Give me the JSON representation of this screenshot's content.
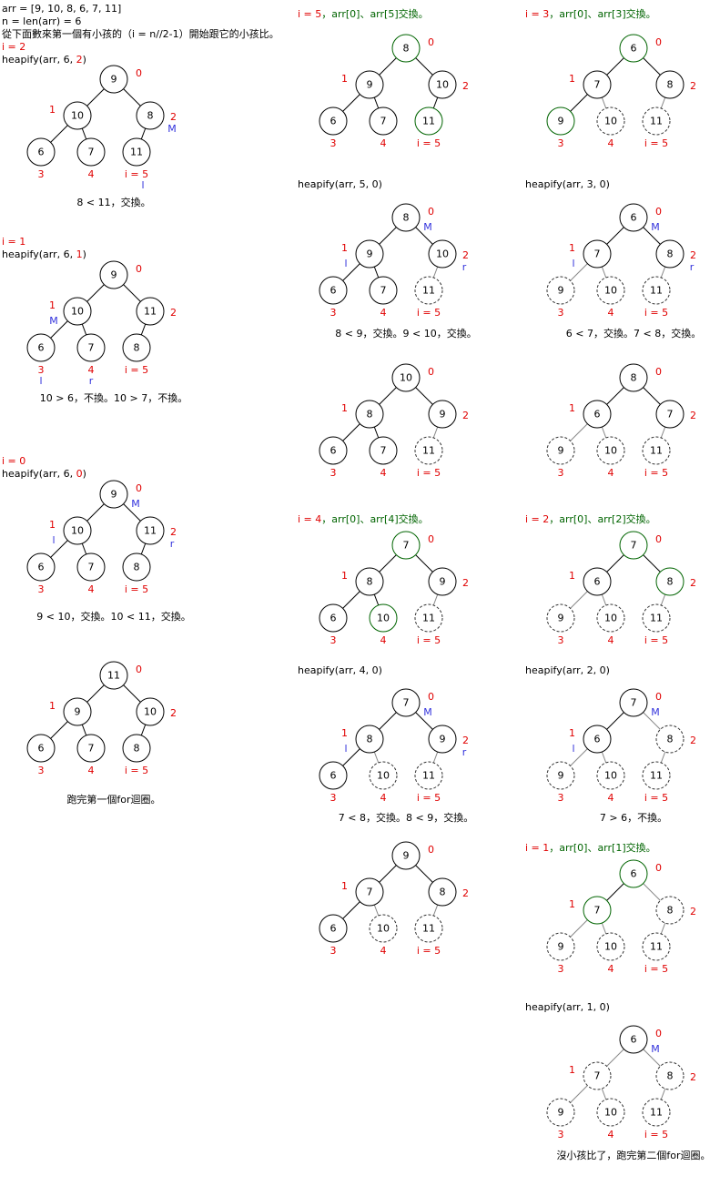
{
  "header": {
    "line1": "arr = [9, 10, 8, 6, 7, 11]",
    "line2": "n = len(arr) = 6",
    "line3": "從下面數來第一個有小孩的（i = n//2-1）開始跟它的小孩比。"
  },
  "colors": {
    "node_stroke": "#000000",
    "green": "#006400",
    "dashed": "#666666",
    "red": "#e00000",
    "blue": "#3232dc"
  },
  "diagrams": [
    {
      "id": "c1d1",
      "title_lines": [
        {
          "spans": [
            {
              "t": "i = 2",
              "c": "red"
            }
          ]
        },
        {
          "spans": [
            {
              "t": "heapify(arr, 6, ",
              "c": "black"
            },
            {
              "t": "2",
              "c": "red"
            },
            {
              "t": ")",
              "c": "black"
            }
          ]
        }
      ],
      "values": [
        "9",
        "10",
        "8",
        "6",
        "7",
        "11"
      ],
      "styles": [
        "n",
        "n",
        "n",
        "n",
        "n",
        "n"
      ],
      "idx_labels": [
        "0",
        "1",
        "2",
        "3",
        "4",
        "i = 5"
      ],
      "markers": [
        {
          "node": 2,
          "t": "M"
        },
        {
          "node": 5,
          "t": "l"
        }
      ],
      "caption": "8 < 11，交換。"
    },
    {
      "id": "c1d2",
      "title_lines": [
        {
          "spans": [
            {
              "t": "i = 1",
              "c": "red"
            }
          ]
        },
        {
          "spans": [
            {
              "t": "heapify(arr, 6, ",
              "c": "black"
            },
            {
              "t": "1",
              "c": "red"
            },
            {
              "t": ")",
              "c": "black"
            }
          ]
        }
      ],
      "values": [
        "9",
        "10",
        "11",
        "6",
        "7",
        "8"
      ],
      "styles": [
        "n",
        "n",
        "n",
        "n",
        "n",
        "n"
      ],
      "idx_labels": [
        "0",
        "1",
        "2",
        "3",
        "4",
        "i = 5"
      ],
      "markers": [
        {
          "node": 1,
          "t": "M"
        },
        {
          "node": 3,
          "t": "l"
        },
        {
          "node": 4,
          "t": "r"
        }
      ],
      "caption": "10 > 6，不換。10 > 7，不換。"
    },
    {
      "id": "c1d3",
      "title_lines": [
        {
          "spans": [
            {
              "t": "i = 0",
              "c": "red"
            }
          ]
        },
        {
          "spans": [
            {
              "t": "heapify(arr, 6, ",
              "c": "black"
            },
            {
              "t": "0",
              "c": "red"
            },
            {
              "t": ")",
              "c": "black"
            }
          ]
        }
      ],
      "values": [
        "9",
        "10",
        "11",
        "6",
        "7",
        "8"
      ],
      "styles": [
        "n",
        "n",
        "n",
        "n",
        "n",
        "n"
      ],
      "idx_labels": [
        "0",
        "1",
        "2",
        "3",
        "4",
        "i = 5"
      ],
      "markers": [
        {
          "node": 0,
          "t": "M"
        },
        {
          "node": 1,
          "t": "l"
        },
        {
          "node": 2,
          "t": "r"
        }
      ],
      "caption": "9 < 10，交換。10 < 11，交換。"
    },
    {
      "id": "c1d4",
      "title_lines": [],
      "values": [
        "11",
        "9",
        "10",
        "6",
        "7",
        "8"
      ],
      "styles": [
        "n",
        "n",
        "n",
        "n",
        "n",
        "n"
      ],
      "idx_labels": [
        "0",
        "1",
        "2",
        "3",
        "4",
        "i = 5"
      ],
      "markers": [],
      "caption": "跑完第一個for迴圈。"
    },
    {
      "id": "c2d1",
      "title_lines": [
        {
          "spans": [
            {
              "t": "i = 5",
              "c": "red"
            },
            {
              "t": "，arr[0]、arr[5]交換。",
              "c": "green"
            }
          ]
        }
      ],
      "values": [
        "8",
        "9",
        "10",
        "6",
        "7",
        "11"
      ],
      "styles": [
        "g",
        "n",
        "n",
        "n",
        "n",
        "g"
      ],
      "idx_labels": [
        "0",
        "1",
        "2",
        "3",
        "4",
        "i = 5"
      ],
      "markers": [],
      "caption": ""
    },
    {
      "id": "c2d2",
      "title_lines": [
        {
          "spans": [
            {
              "t": "heapify(arr, 5, 0)",
              "c": "black"
            }
          ]
        }
      ],
      "values": [
        "8",
        "9",
        "10",
        "6",
        "7",
        "11"
      ],
      "styles": [
        "n",
        "n",
        "n",
        "n",
        "n",
        "d"
      ],
      "idx_labels": [
        "0",
        "1",
        "2",
        "3",
        "4",
        "i = 5"
      ],
      "markers": [
        {
          "node": 0,
          "t": "M"
        },
        {
          "node": 1,
          "t": "l"
        },
        {
          "node": 2,
          "t": "r"
        }
      ],
      "caption": "8 < 9，交換。9 < 10，交換。"
    },
    {
      "id": "c2d3",
      "title_lines": [],
      "values": [
        "10",
        "8",
        "9",
        "6",
        "7",
        "11"
      ],
      "styles": [
        "n",
        "n",
        "n",
        "n",
        "n",
        "d"
      ],
      "idx_labels": [
        "0",
        "1",
        "2",
        "3",
        "4",
        "i = 5"
      ],
      "markers": [],
      "caption": ""
    },
    {
      "id": "c2d4",
      "title_lines": [
        {
          "spans": [
            {
              "t": "i = 4",
              "c": "red"
            },
            {
              "t": "，arr[0]、arr[4]交換。",
              "c": "green"
            }
          ]
        }
      ],
      "values": [
        "7",
        "8",
        "9",
        "6",
        "10",
        "11"
      ],
      "styles": [
        "g",
        "n",
        "n",
        "n",
        "g",
        "d"
      ],
      "idx_labels": [
        "0",
        "1",
        "2",
        "3",
        "4",
        "i = 5"
      ],
      "markers": [],
      "caption": ""
    },
    {
      "id": "c2d5",
      "title_lines": [
        {
          "spans": [
            {
              "t": "heapify(arr, 4, 0)",
              "c": "black"
            }
          ]
        }
      ],
      "values": [
        "7",
        "8",
        "9",
        "6",
        "10",
        "11"
      ],
      "styles": [
        "n",
        "n",
        "n",
        "n",
        "d",
        "d"
      ],
      "idx_labels": [
        "0",
        "1",
        "2",
        "3",
        "4",
        "i = 5"
      ],
      "markers": [
        {
          "node": 0,
          "t": "M"
        },
        {
          "node": 1,
          "t": "l"
        },
        {
          "node": 2,
          "t": "r"
        }
      ],
      "caption": "7 < 8，交換。8 < 9，交換。"
    },
    {
      "id": "c2d6",
      "title_lines": [],
      "values": [
        "9",
        "7",
        "8",
        "6",
        "10",
        "11"
      ],
      "styles": [
        "n",
        "n",
        "n",
        "n",
        "d",
        "d"
      ],
      "idx_labels": [
        "0",
        "1",
        "2",
        "3",
        "4",
        "i = 5"
      ],
      "markers": [],
      "caption": ""
    },
    {
      "id": "c3d1",
      "title_lines": [
        {
          "spans": [
            {
              "t": "i = 3",
              "c": "red"
            },
            {
              "t": "，arr[0]、arr[3]交換。",
              "c": "green"
            }
          ]
        }
      ],
      "values": [
        "6",
        "7",
        "8",
        "9",
        "10",
        "11"
      ],
      "styles": [
        "g",
        "n",
        "n",
        "g",
        "d",
        "d"
      ],
      "idx_labels": [
        "0",
        "1",
        "2",
        "3",
        "4",
        "i = 5"
      ],
      "markers": [],
      "caption": ""
    },
    {
      "id": "c3d2",
      "title_lines": [
        {
          "spans": [
            {
              "t": "heapify(arr, 3, 0)",
              "c": "black"
            }
          ]
        }
      ],
      "values": [
        "6",
        "7",
        "8",
        "9",
        "10",
        "11"
      ],
      "styles": [
        "n",
        "n",
        "n",
        "d",
        "d",
        "d"
      ],
      "idx_labels": [
        "0",
        "1",
        "2",
        "3",
        "4",
        "i = 5"
      ],
      "markers": [
        {
          "node": 0,
          "t": "M"
        },
        {
          "node": 1,
          "t": "l"
        },
        {
          "node": 2,
          "t": "r"
        }
      ],
      "caption": "6 < 7，交換。7 < 8，交換。"
    },
    {
      "id": "c3d3",
      "title_lines": [],
      "values": [
        "8",
        "6",
        "7",
        "9",
        "10",
        "11"
      ],
      "styles": [
        "n",
        "n",
        "n",
        "d",
        "d",
        "d"
      ],
      "idx_labels": [
        "0",
        "1",
        "2",
        "3",
        "4",
        "i = 5"
      ],
      "markers": [],
      "caption": ""
    },
    {
      "id": "c3d4",
      "title_lines": [
        {
          "spans": [
            {
              "t": "i = 2",
              "c": "red"
            },
            {
              "t": "，arr[0]、arr[2]交換。",
              "c": "green"
            }
          ]
        }
      ],
      "values": [
        "7",
        "6",
        "8",
        "9",
        "10",
        "11"
      ],
      "styles": [
        "g",
        "n",
        "g",
        "d",
        "d",
        "d"
      ],
      "idx_labels": [
        "0",
        "1",
        "2",
        "3",
        "4",
        "i = 5"
      ],
      "markers": [],
      "caption": ""
    },
    {
      "id": "c3d5",
      "title_lines": [
        {
          "spans": [
            {
              "t": "heapify(arr, 2, 0)",
              "c": "black"
            }
          ]
        }
      ],
      "values": [
        "7",
        "6",
        "8",
        "9",
        "10",
        "11"
      ],
      "styles": [
        "n",
        "n",
        "d",
        "d",
        "d",
        "d"
      ],
      "idx_labels": [
        "0",
        "1",
        "2",
        "3",
        "4",
        "i = 5"
      ],
      "markers": [
        {
          "node": 0,
          "t": "M"
        },
        {
          "node": 1,
          "t": "l"
        }
      ],
      "caption": "7 > 6，不換。"
    },
    {
      "id": "c3d6",
      "title_lines": [
        {
          "spans": [
            {
              "t": "i = 1",
              "c": "red"
            },
            {
              "t": "，arr[0]、arr[1]交換。",
              "c": "green"
            }
          ]
        }
      ],
      "values": [
        "6",
        "7",
        "8",
        "9",
        "10",
        "11"
      ],
      "styles": [
        "g",
        "g",
        "d",
        "d",
        "d",
        "d"
      ],
      "idx_labels": [
        "0",
        "1",
        "2",
        "3",
        "4",
        "i = 5"
      ],
      "markers": [],
      "caption": ""
    },
    {
      "id": "c3d7",
      "title_lines": [
        {
          "spans": [
            {
              "t": "heapify(arr, 1, 0)",
              "c": "black"
            }
          ]
        }
      ],
      "values": [
        "6",
        "7",
        "8",
        "9",
        "10",
        "11"
      ],
      "styles": [
        "n",
        "d",
        "d",
        "d",
        "d",
        "d"
      ],
      "idx_labels": [
        "0",
        "1",
        "2",
        "3",
        "4",
        "i = 5"
      ],
      "markers": [
        {
          "node": 0,
          "t": "M"
        }
      ],
      "caption": "沒小孩比了，跑完第二個for迴圈。"
    }
  ]
}
